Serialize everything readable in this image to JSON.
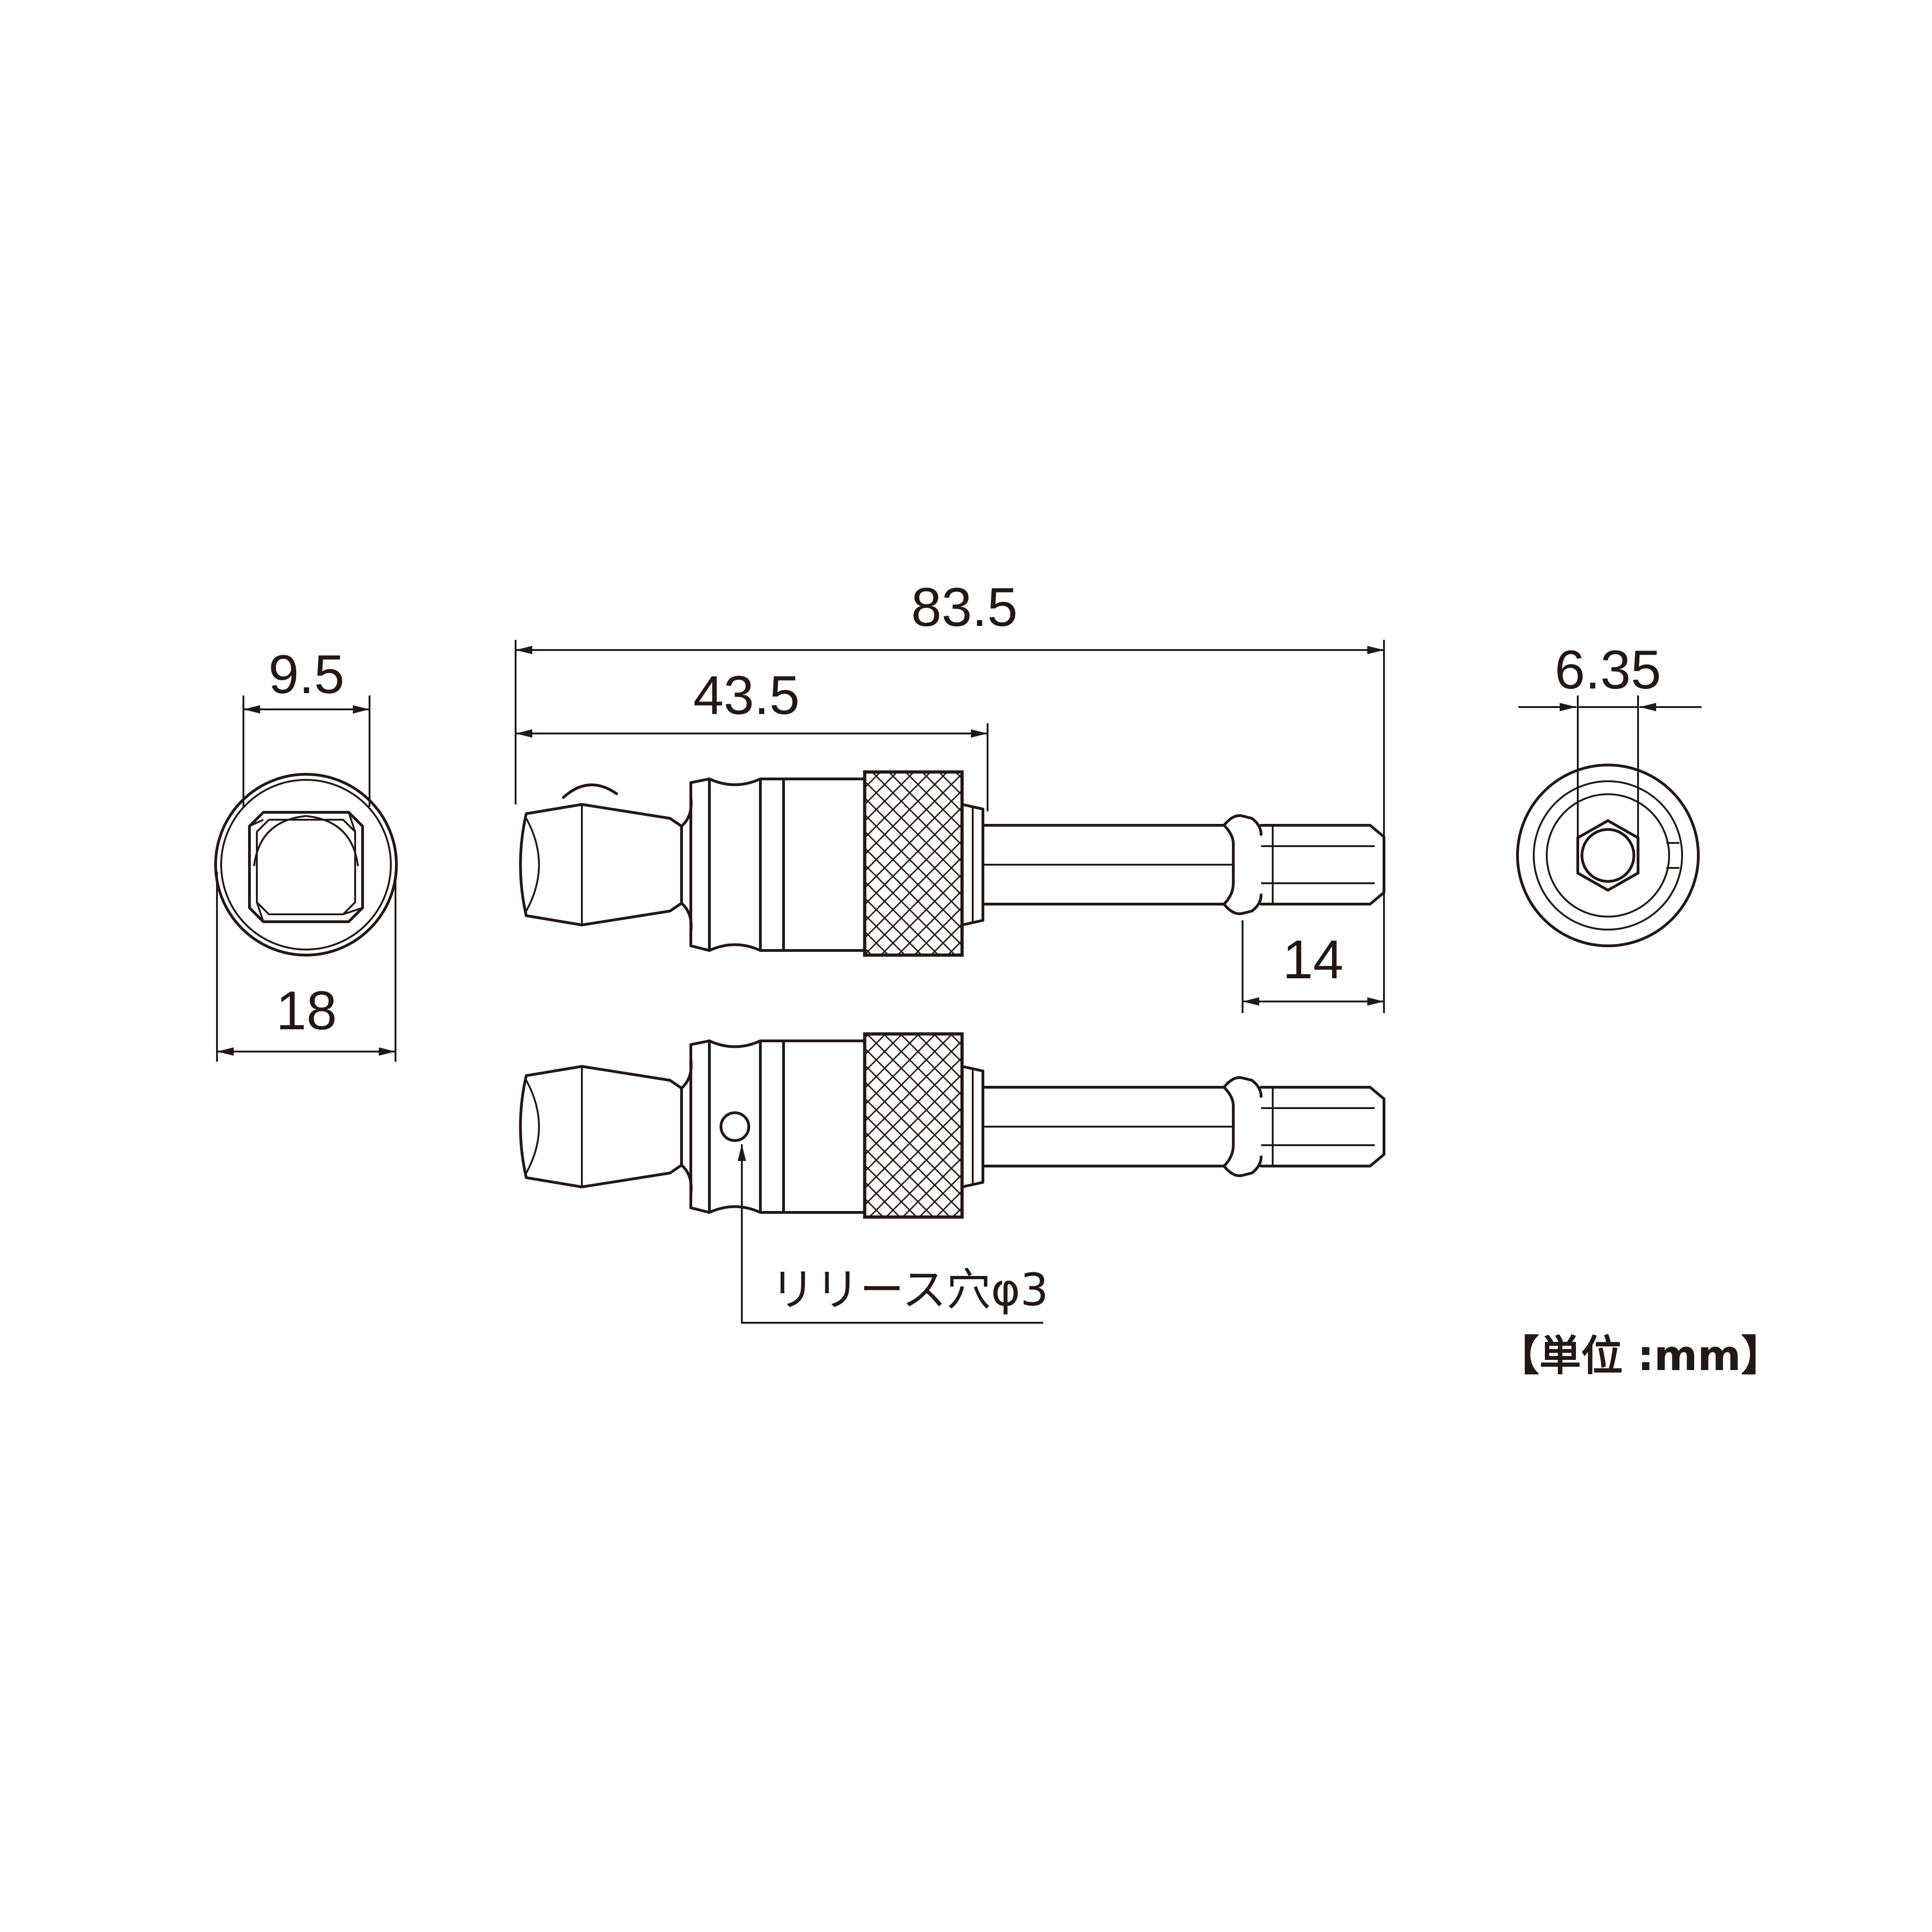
{
  "dimensions": {
    "overall_length": "83.5",
    "socket_length": "43.5",
    "square_drive": "9.5",
    "outer_diameter": "18",
    "hex_shank": "6.35",
    "hex_length": "14"
  },
  "release_hole_label": "リリース穴φ3",
  "unit_label": "【単位 :mm】",
  "colors": {
    "line": "#231815",
    "background": "#ffffff"
  }
}
